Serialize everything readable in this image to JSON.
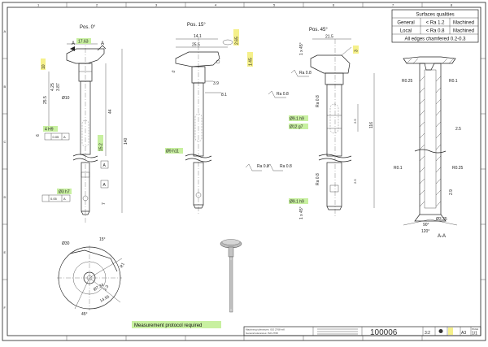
{
  "views": {
    "pos0": "Pos. 0°",
    "pos15": "Pos. 15°",
    "pos45": "Pos. 45°",
    "section": "A-A"
  },
  "surface_table": {
    "title": "Surfaces qualities",
    "rows": [
      {
        "label": "General",
        "ra": "< Ra 1.2",
        "finish": "Machined"
      },
      {
        "label": "Local",
        "ra": "< Ra 0.8",
        "finish": "Machined"
      }
    ],
    "note": "All edges chamfered 0.2-0.3"
  },
  "dims": {
    "pos0": [
      "17.63",
      "10",
      "4.25",
      "3.87",
      "Ø10",
      "25.5",
      "44",
      "140",
      "6",
      "4 H9",
      "0.05",
      "A",
      "15.2",
      "Ø3 h7",
      "0.05",
      "A",
      "A",
      "A",
      "7"
    ],
    "pos15": [
      "14.1",
      "25.5",
      "2.65",
      "1.45",
      "5",
      "3.9",
      "8.1",
      "Ø9 h11"
    ],
    "pos45": [
      "21.5",
      "3",
      "1 x 45°",
      "Ra 0.8",
      "Ra 0.8",
      "Ra 0.8",
      "Ø9.1 h9",
      "Ø12 g7",
      "Ra 0.8",
      "Ø9.1 h9",
      "1 x 45°",
      "2.5",
      "116",
      "2.5",
      "Ra 0.8",
      "Ra 0.8"
    ],
    "section": [
      "R0.25",
      "R0.1",
      "2.5",
      "R0.1",
      "R0.25",
      "2.9",
      "Ø3.35",
      "90°",
      "120°"
    ],
    "plan": [
      "Ø30",
      "15°",
      "R1",
      "2.3",
      "Ø7.34",
      "14.55",
      "45°"
    ]
  },
  "notes": {
    "protocol": "Measurement protocol required"
  },
  "title_block": {
    "drawing_no": "100006",
    "scale": "3:2",
    "size": "A3",
    "sheet_label": "PAGE",
    "sheet": "1/1",
    "tol_line1": "Machining tolerances: ISO 2768-mK",
    "tol_line2": "General tolerances: ISO 2768"
  },
  "grid": {
    "cols": [
      "1",
      "2",
      "3",
      "4",
      "5",
      "6",
      "7",
      "8"
    ],
    "rows": [
      "A",
      "B",
      "C",
      "D",
      "E",
      "F"
    ]
  },
  "colors": {
    "highlight_green": "#c8f0a0",
    "highlight_yellow": "#f5f08a",
    "line": "#222222"
  }
}
